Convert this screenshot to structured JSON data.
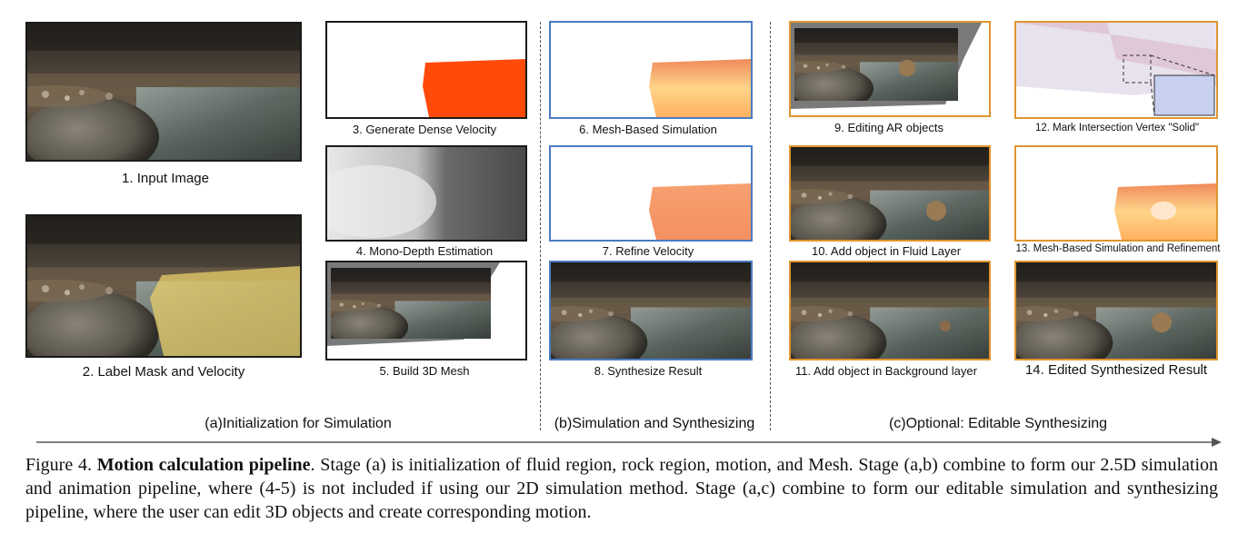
{
  "colors": {
    "border_black": "#1a1a1a",
    "border_blue": "#4a7cc4",
    "border_orange": "#e0952f",
    "velocity_red": "#ff4a0a",
    "mask_yellow": "#e8cf6a",
    "arrow_gray": "#555555"
  },
  "panels": [
    {
      "num": 1,
      "caption": "1. Input Image"
    },
    {
      "num": 2,
      "caption": "2. Label Mask and Velocity"
    },
    {
      "num": 3,
      "caption": "3. Generate Dense Velocity"
    },
    {
      "num": 4,
      "caption": "4. Mono-Depth Estimation"
    },
    {
      "num": 5,
      "caption": "5. Build 3D Mesh"
    },
    {
      "num": 6,
      "caption": "6. Mesh-Based Simulation"
    },
    {
      "num": 7,
      "caption": "7. Refine Velocity"
    },
    {
      "num": 8,
      "caption": "8. Synthesize Result"
    },
    {
      "num": 9,
      "caption": "9. Editing AR objects"
    },
    {
      "num": 10,
      "caption": "10. Add object in Fluid Layer"
    },
    {
      "num": 11,
      "caption": "11. Add object in Background layer"
    },
    {
      "num": 12,
      "caption": "12. Mark Intersection Vertex \"Solid\""
    },
    {
      "num": 13,
      "caption": "13. Mesh-Based Simulation and Refinement"
    },
    {
      "num": 14,
      "caption": "14. Edited Synthesized Result"
    }
  ],
  "stages": {
    "a": "(a)Initialization for Simulation",
    "b": "(b)Simulation and Synthesizing",
    "c": "(c)Optional: Editable Synthesizing"
  },
  "figure_caption": {
    "label": "Figure 4.",
    "title": "Motion calculation pipeline",
    "body": ". Stage (a) is initialization of fluid region, rock region, motion, and Mesh. Stage (a,b) combine to form our 2.5D simulation and animation pipeline, where (4-5) is not included if using our 2D simulation method. Stage (a,c) combine to form our editable simulation and synthesizing pipeline, where the user can edit 3D objects and create corresponding motion."
  }
}
